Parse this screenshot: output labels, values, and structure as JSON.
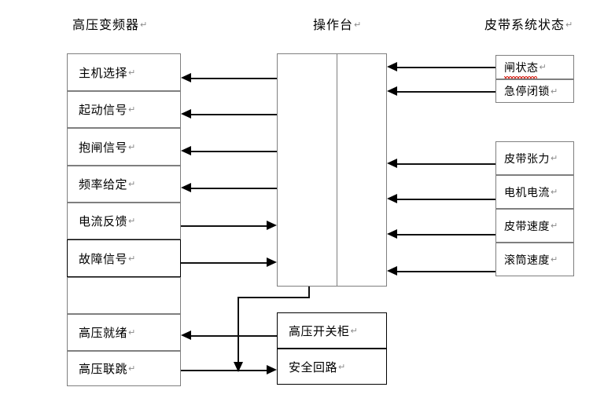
{
  "diagram": {
    "type": "block-diagram",
    "background": "#ffffff",
    "line_color": "#111111",
    "box_border_color": "#7f7f7f",
    "spellcheck_underline_color": "#d93025",
    "paragraph_mark": "↵"
  },
  "titles": {
    "left": "高压变频器",
    "center": "操作台",
    "right": "皮带系统状态"
  },
  "left_column": {
    "name": "高压变频器",
    "rows": [
      {
        "label": "主机选择",
        "direction": "in"
      },
      {
        "label": "起动信号",
        "direction": "in"
      },
      {
        "label": "抱闸信号",
        "direction": "in"
      },
      {
        "label": "频率给定",
        "direction": "in"
      },
      {
        "label": "电流反馈",
        "direction": "out"
      },
      {
        "label": "故障信号",
        "direction": "out"
      },
      {
        "label": "",
        "direction": "none"
      },
      {
        "label": "高压就绪",
        "direction": "in"
      },
      {
        "label": "高压联跳",
        "direction": "out"
      }
    ]
  },
  "center_block": {
    "name": "操作台",
    "has_inner_divider": true
  },
  "right_column_top": {
    "rows": [
      {
        "label": "闸状态",
        "direction": "out",
        "spellcheck": true
      },
      {
        "label": "急停闭锁",
        "direction": "out",
        "spellcheck": false
      }
    ]
  },
  "right_column_bottom": {
    "rows": [
      {
        "label": "皮带张力",
        "direction": "out"
      },
      {
        "label": "电机电流",
        "direction": "out"
      },
      {
        "label": "皮带速度",
        "direction": "out"
      },
      {
        "label": "滚筒速度",
        "direction": "out"
      }
    ]
  },
  "bottom_center": {
    "rows": [
      {
        "label": "高压开关柜",
        "direction": "out-left"
      },
      {
        "label": "安全回路",
        "direction": "in-left"
      }
    ]
  }
}
